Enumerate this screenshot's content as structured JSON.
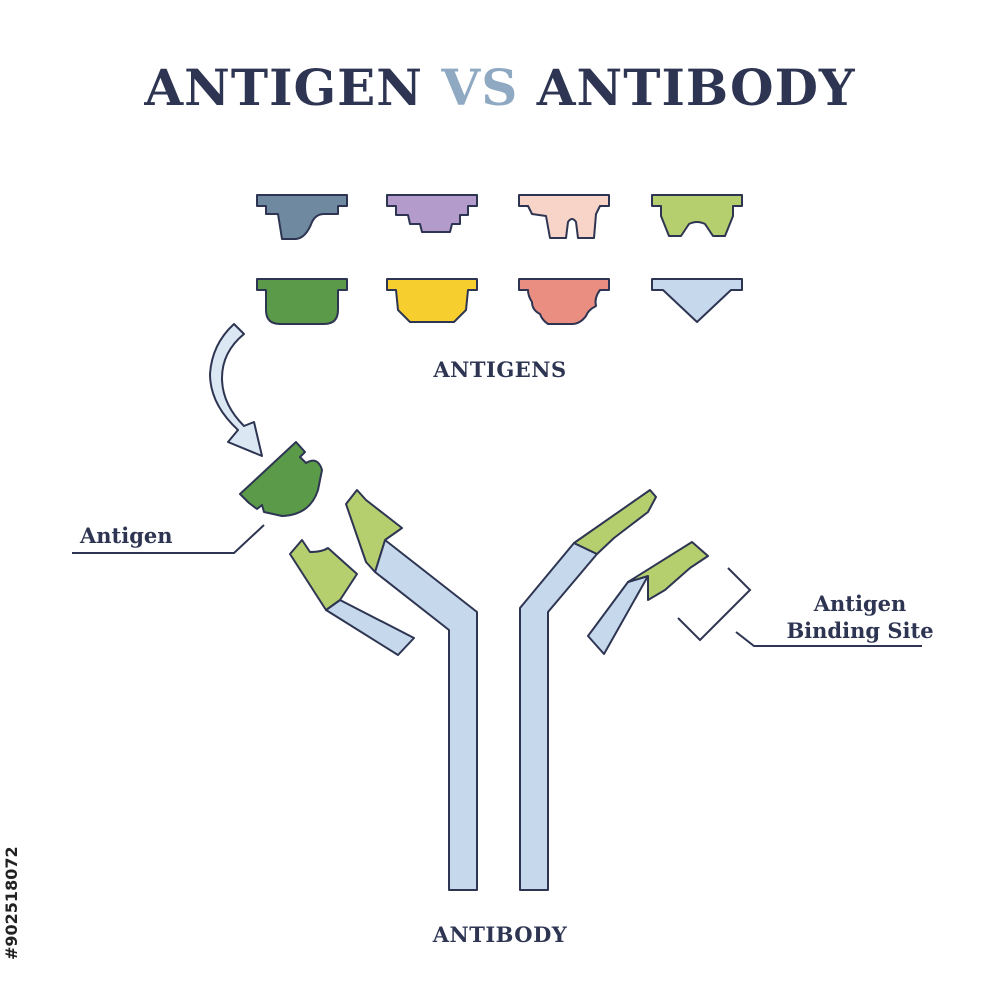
{
  "title": {
    "part1": "ANTIGEN",
    "vs": "VS",
    "part2": "ANTIBODY"
  },
  "labels": {
    "antigens": "ANTIGENS",
    "antigen": "Antigen",
    "binding_site_line1": "Antigen",
    "binding_site_line2": "Binding Site",
    "antibody": "ANTIBODY"
  },
  "watermark_id": "#902518072",
  "colors": {
    "title": "#2e3552",
    "vs": "#8fa9c2",
    "outline": "#2e3552",
    "antibody_body": "#c6d9ec",
    "binding_site": "#b5cf6f",
    "antigen_attached": "#5a9a48"
  },
  "antigens": [
    {
      "color": "#6f8aa0",
      "shape": "curved-notch"
    },
    {
      "color": "#b39ccb",
      "shape": "stepped-block"
    },
    {
      "color": "#f8d3c8",
      "shape": "double-prong"
    },
    {
      "color": "#b5cf6f",
      "shape": "w-notch"
    },
    {
      "color": "#5a9a48",
      "shape": "rounded-block"
    },
    {
      "color": "#f6cf2e",
      "shape": "trapezoid-block"
    },
    {
      "color": "#eb8e82",
      "shape": "wavy-block"
    },
    {
      "color": "#c6d9ec",
      "shape": "triangle"
    }
  ]
}
